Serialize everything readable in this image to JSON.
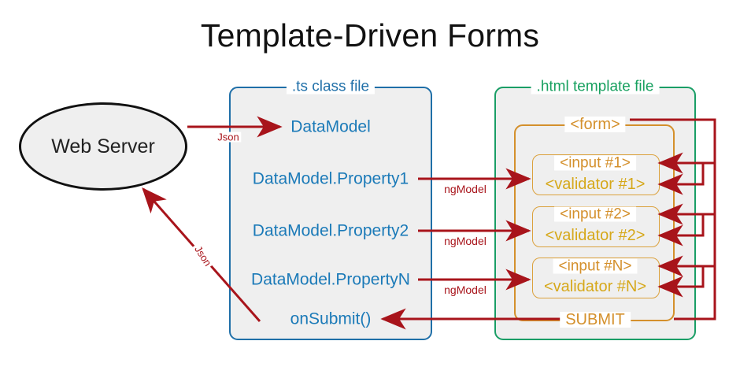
{
  "page": {
    "title": "Template-Driven Forms",
    "background": "#ffffff"
  },
  "colors": {
    "title": "#111111",
    "ts_blue": "#1f6fa8",
    "text_blue": "#1b7ab8",
    "html_green": "#17a05f",
    "form_orange": "#d4902c",
    "validator_gold": "#d6a81a",
    "arrow_red": "#a8141b",
    "box_fill": "#efefef",
    "server_border": "#111111"
  },
  "server": {
    "label": "Web Server",
    "shape": "ellipse"
  },
  "ts_class_file": {
    "caption": ".ts class file",
    "nodes": [
      {
        "id": "datamodel",
        "label": "DataModel"
      },
      {
        "id": "property1",
        "label": "DataModel.Property1"
      },
      {
        "id": "property2",
        "label": "DataModel.Property2"
      },
      {
        "id": "propertyN",
        "label": "DataModel.PropertyN"
      },
      {
        "id": "onsubmit",
        "label": "onSubmit()"
      }
    ]
  },
  "html_template_file": {
    "caption": ".html template file",
    "form": {
      "caption": "<form>",
      "submit_caption": "SUBMIT",
      "groups": [
        {
          "input": "<input #1>",
          "validator": "<validator #1>"
        },
        {
          "input": "<input #2>",
          "validator": "<validator #2>"
        },
        {
          "input": "<input #N>",
          "validator": "<validator #N>"
        }
      ]
    }
  },
  "edges": [
    {
      "id": "server-to-datamodel",
      "label": "Json",
      "direction": "right"
    },
    {
      "id": "onsubmit-to-server",
      "label": "Json",
      "direction": "up-left"
    },
    {
      "id": "property1-to-input1",
      "label": "ngModel",
      "direction": "right"
    },
    {
      "id": "property2-to-input2",
      "label": "ngModel",
      "direction": "right"
    },
    {
      "id": "propertyN-to-inputN",
      "label": "ngModel",
      "direction": "right"
    },
    {
      "id": "submit-to-onsubmit",
      "label": "",
      "direction": "left"
    },
    {
      "id": "form-bus-to-input1",
      "label": "",
      "direction": "left"
    },
    {
      "id": "form-bus-to-validator1",
      "label": "",
      "direction": "left"
    },
    {
      "id": "form-bus-to-input2",
      "label": "",
      "direction": "left"
    },
    {
      "id": "form-bus-to-validator2",
      "label": "",
      "direction": "left"
    },
    {
      "id": "form-bus-to-inputN",
      "label": "",
      "direction": "left"
    },
    {
      "id": "form-bus-to-validatorN",
      "label": "",
      "direction": "left"
    }
  ]
}
